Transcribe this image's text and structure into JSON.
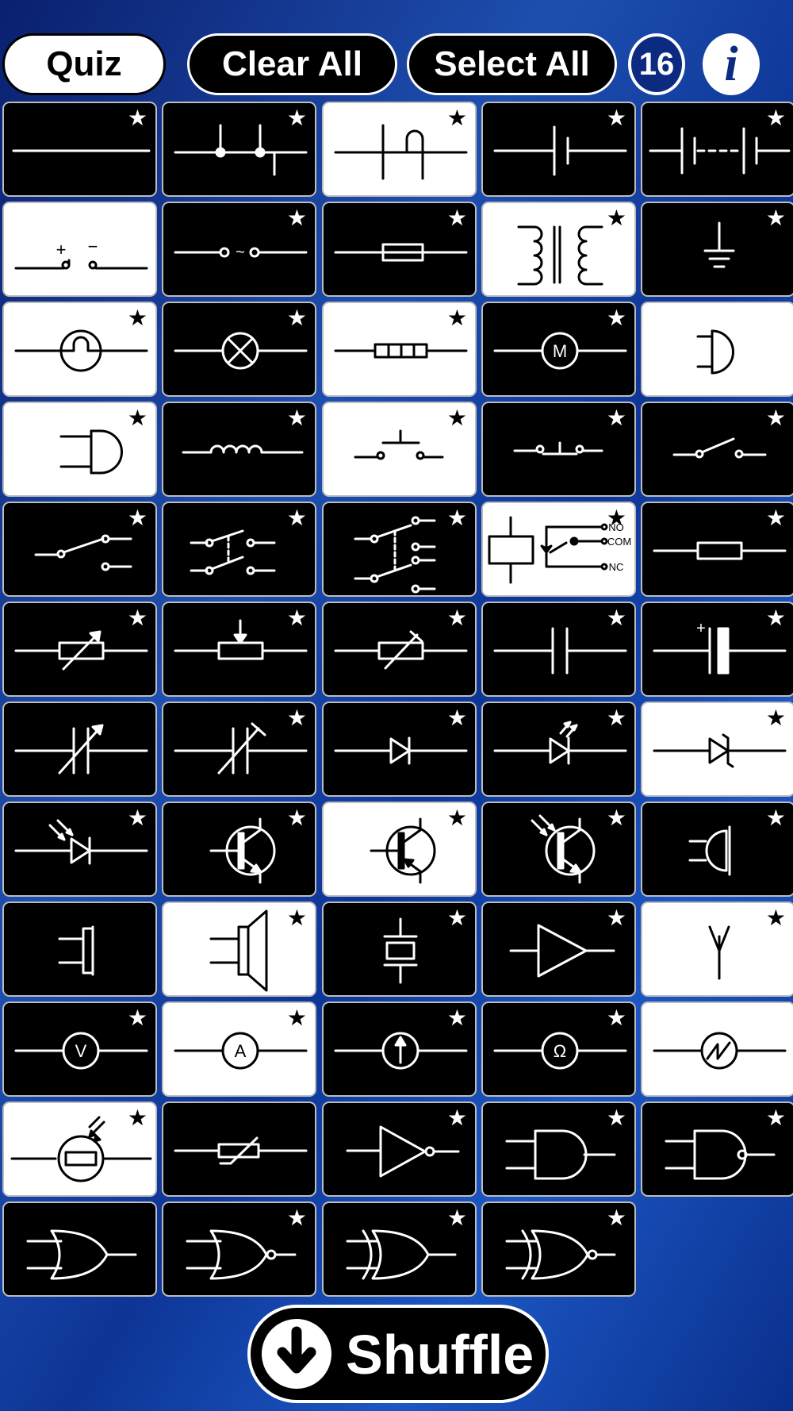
{
  "header": {
    "quiz_label": "Quiz",
    "clear_all_label": "Clear All",
    "select_all_label": "Select All",
    "selected_count": "16",
    "info_label": "i"
  },
  "footer": {
    "shuffle_label": "Shuffle"
  },
  "colors": {
    "accent": "#0c2a80",
    "tile_dark": "#000000",
    "tile_light": "#ffffff"
  },
  "star_glyph": "★",
  "tiles": [
    {
      "symbol": "wire",
      "selected": false,
      "starred": true
    },
    {
      "symbol": "junction",
      "selected": false,
      "starred": true
    },
    {
      "symbol": "crossing",
      "selected": true,
      "starred": true
    },
    {
      "symbol": "cell",
      "selected": false,
      "starred": true
    },
    {
      "symbol": "battery",
      "selected": false,
      "starred": true
    },
    {
      "symbol": "dc-supply",
      "selected": true,
      "starred": false,
      "labels": [
        "+",
        "−"
      ]
    },
    {
      "symbol": "ac-supply",
      "selected": false,
      "starred": true,
      "labels": [
        "~"
      ]
    },
    {
      "symbol": "fuse",
      "selected": false,
      "starred": true
    },
    {
      "symbol": "transformer",
      "selected": true,
      "starred": true
    },
    {
      "symbol": "earth",
      "selected": false,
      "starred": true
    },
    {
      "symbol": "filament-lamp",
      "selected": true,
      "starred": true
    },
    {
      "symbol": "indicator-lamp",
      "selected": false,
      "starred": true
    },
    {
      "symbol": "heater",
      "selected": true,
      "starred": true
    },
    {
      "symbol": "motor",
      "selected": false,
      "starred": true,
      "labels": [
        "M"
      ]
    },
    {
      "symbol": "bell",
      "selected": true,
      "starred": false
    },
    {
      "symbol": "buzzer",
      "selected": true,
      "starred": true
    },
    {
      "symbol": "inductor",
      "selected": false,
      "starred": true
    },
    {
      "symbol": "push-switch-no",
      "selected": true,
      "starred": true
    },
    {
      "symbol": "push-switch-nc",
      "selected": false,
      "starred": true
    },
    {
      "symbol": "switch-spst",
      "selected": false,
      "starred": true
    },
    {
      "symbol": "switch-spdt",
      "selected": false,
      "starred": true
    },
    {
      "symbol": "switch-dpst",
      "selected": false,
      "starred": true
    },
    {
      "symbol": "switch-dpdt",
      "selected": false,
      "starred": true
    },
    {
      "symbol": "relay",
      "selected": true,
      "starred": true,
      "labels": [
        "NO",
        "COM",
        "NC"
      ]
    },
    {
      "symbol": "resistor",
      "selected": false,
      "starred": true
    },
    {
      "symbol": "variable-resistor",
      "selected": false,
      "starred": true
    },
    {
      "symbol": "potentiometer",
      "selected": false,
      "starred": true
    },
    {
      "symbol": "preset-resistor",
      "selected": false,
      "starred": true
    },
    {
      "symbol": "capacitor",
      "selected": false,
      "starred": true
    },
    {
      "symbol": "electrolytic-capacitor",
      "selected": false,
      "starred": true,
      "labels": [
        "+"
      ]
    },
    {
      "symbol": "variable-capacitor",
      "selected": false,
      "starred": false
    },
    {
      "symbol": "trimmer-capacitor",
      "selected": false,
      "starred": true
    },
    {
      "symbol": "diode",
      "selected": false,
      "starred": true
    },
    {
      "symbol": "led",
      "selected": false,
      "starred": true
    },
    {
      "symbol": "zener-diode",
      "selected": true,
      "starred": true
    },
    {
      "symbol": "photodiode",
      "selected": false,
      "starred": true
    },
    {
      "symbol": "npn-transistor",
      "selected": false,
      "starred": true
    },
    {
      "symbol": "pnp-transistor",
      "selected": true,
      "starred": true
    },
    {
      "symbol": "phototransistor",
      "selected": false,
      "starred": true
    },
    {
      "symbol": "microphone",
      "selected": false,
      "starred": true
    },
    {
      "symbol": "earphone",
      "selected": false,
      "starred": false
    },
    {
      "symbol": "loudspeaker",
      "selected": true,
      "starred": true
    },
    {
      "symbol": "crystal",
      "selected": false,
      "starred": true
    },
    {
      "symbol": "amplifier",
      "selected": false,
      "starred": true
    },
    {
      "symbol": "aerial",
      "selected": true,
      "starred": true
    },
    {
      "symbol": "voltmeter",
      "selected": false,
      "starred": true,
      "labels": [
        "V"
      ]
    },
    {
      "symbol": "ammeter",
      "selected": true,
      "starred": true,
      "labels": [
        "A"
      ]
    },
    {
      "symbol": "galvanometer",
      "selected": false,
      "starred": true
    },
    {
      "symbol": "ohmmeter",
      "selected": false,
      "starred": true,
      "labels": [
        "Ω"
      ]
    },
    {
      "symbol": "oscilloscope",
      "selected": true,
      "starred": false
    },
    {
      "symbol": "ldr",
      "selected": true,
      "starred": true
    },
    {
      "symbol": "thermistor",
      "selected": false,
      "starred": false
    },
    {
      "symbol": "not-gate",
      "selected": false,
      "starred": true
    },
    {
      "symbol": "and-gate",
      "selected": false,
      "starred": true
    },
    {
      "symbol": "nand-gate",
      "selected": false,
      "starred": true
    },
    {
      "symbol": "or-gate",
      "selected": false,
      "starred": false
    },
    {
      "symbol": "nor-gate",
      "selected": false,
      "starred": true
    },
    {
      "symbol": "xor-gate",
      "selected": false,
      "starred": true
    },
    {
      "symbol": "xnor-gate",
      "selected": false,
      "starred": true
    }
  ]
}
